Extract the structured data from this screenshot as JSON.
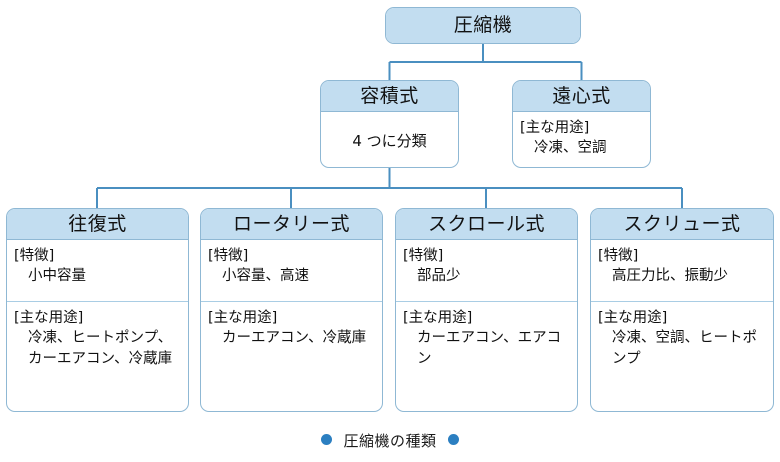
{
  "diagram": {
    "root": {
      "title": "圧縮機"
    },
    "level2": [
      {
        "id": "positive",
        "title": "容積式",
        "note": "4 つに分類"
      },
      {
        "id": "centrifugal",
        "title": "遠心式",
        "use_label": "[主な用途]",
        "use_value": "冷凍、空調"
      }
    ],
    "level3": [
      {
        "id": "recip",
        "title": "往復式",
        "feature_label": "[特徴]",
        "feature_value": "小中容量",
        "use_label": "[主な用途]",
        "use_value": "冷凍、ヒートポンプ、カーエアコン、冷蔵庫"
      },
      {
        "id": "rotary",
        "title": "ロータリー式",
        "feature_label": "[特徴]",
        "feature_value": "小容量、高速",
        "use_label": "[主な用途]",
        "use_value": "カーエアコン、冷蔵庫"
      },
      {
        "id": "scroll",
        "title": "スクロール式",
        "feature_label": "[特徴]",
        "feature_value": "部品少",
        "use_label": "[主な用途]",
        "use_value": "カーエアコン、エアコン"
      },
      {
        "id": "screw",
        "title": "スクリュー式",
        "feature_label": "[特徴]",
        "feature_value": "高圧力比、振動少",
        "use_label": "[主な用途]",
        "use_value": "冷凍、空調、ヒートポンプ"
      }
    ],
    "caption": "圧縮機の種類",
    "colors": {
      "header_fill": "#c2ddf0",
      "border": "#8fb8d4",
      "connector": "#4a8fc0",
      "caption_dot": "#2b7fc1",
      "text": "#111111"
    }
  }
}
